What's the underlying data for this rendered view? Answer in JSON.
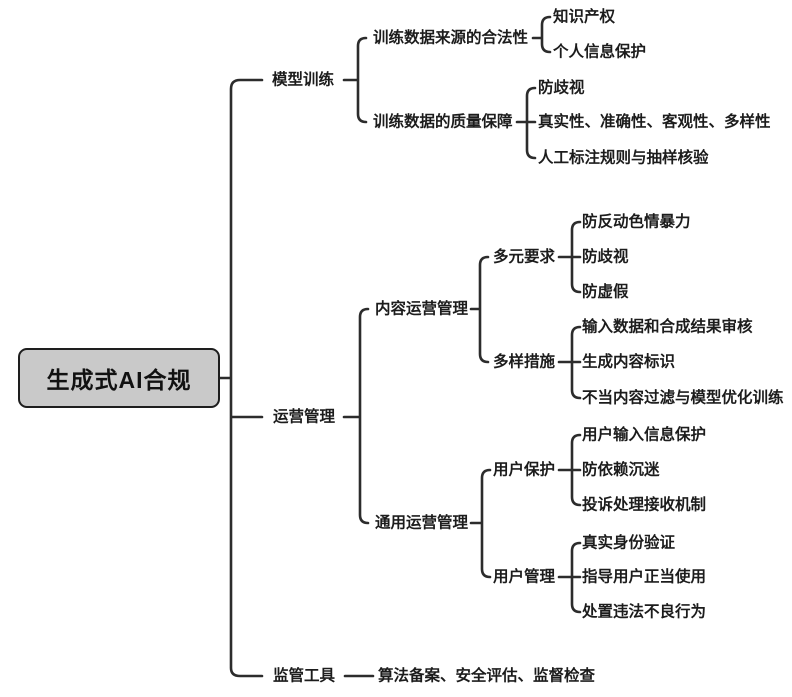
{
  "root": {
    "label": "生成式AI合规"
  },
  "branches": [
    {
      "label": "模型训练",
      "children": [
        {
          "label": "训练数据来源的合法性",
          "children": [
            {
              "label": "知识产权"
            },
            {
              "label": "个人信息保护"
            }
          ]
        },
        {
          "label": "训练数据的质量保障",
          "children": [
            {
              "label": "防歧视"
            },
            {
              "label": "真实性、准确性、客观性、多样性"
            },
            {
              "label": "人工标注规则与抽样核验"
            }
          ]
        }
      ]
    },
    {
      "label": "运营管理",
      "children": [
        {
          "label": "内容运营管理",
          "children": [
            {
              "label": "多元要求",
              "children": [
                {
                  "label": "防反动色情暴力"
                },
                {
                  "label": "防歧视"
                },
                {
                  "label": "防虚假"
                }
              ]
            },
            {
              "label": "多样措施",
              "children": [
                {
                  "label": "输入数据和合成结果审核"
                },
                {
                  "label": "生成内容标识"
                },
                {
                  "label": "不当内容过滤与模型优化训练"
                }
              ]
            }
          ]
        },
        {
          "label": "通用运营管理",
          "children": [
            {
              "label": "用户保护",
              "children": [
                {
                  "label": "用户输入信息保护"
                },
                {
                  "label": "防依赖沉迷"
                },
                {
                  "label": "投诉处理接收机制"
                }
              ]
            },
            {
              "label": "用户管理",
              "children": [
                {
                  "label": "真实身份验证"
                },
                {
                  "label": "指导用户正当使用"
                },
                {
                  "label": "处置违法不良行为"
                }
              ]
            }
          ]
        }
      ]
    },
    {
      "label": "监管工具",
      "children": [
        {
          "label": "算法备案、安全评估、监督检查"
        }
      ]
    }
  ],
  "colors": {
    "background": "#ffffff",
    "root_fill": "#c9c9c9",
    "line": "#2c2c2c",
    "text": "#1c1c1c"
  }
}
